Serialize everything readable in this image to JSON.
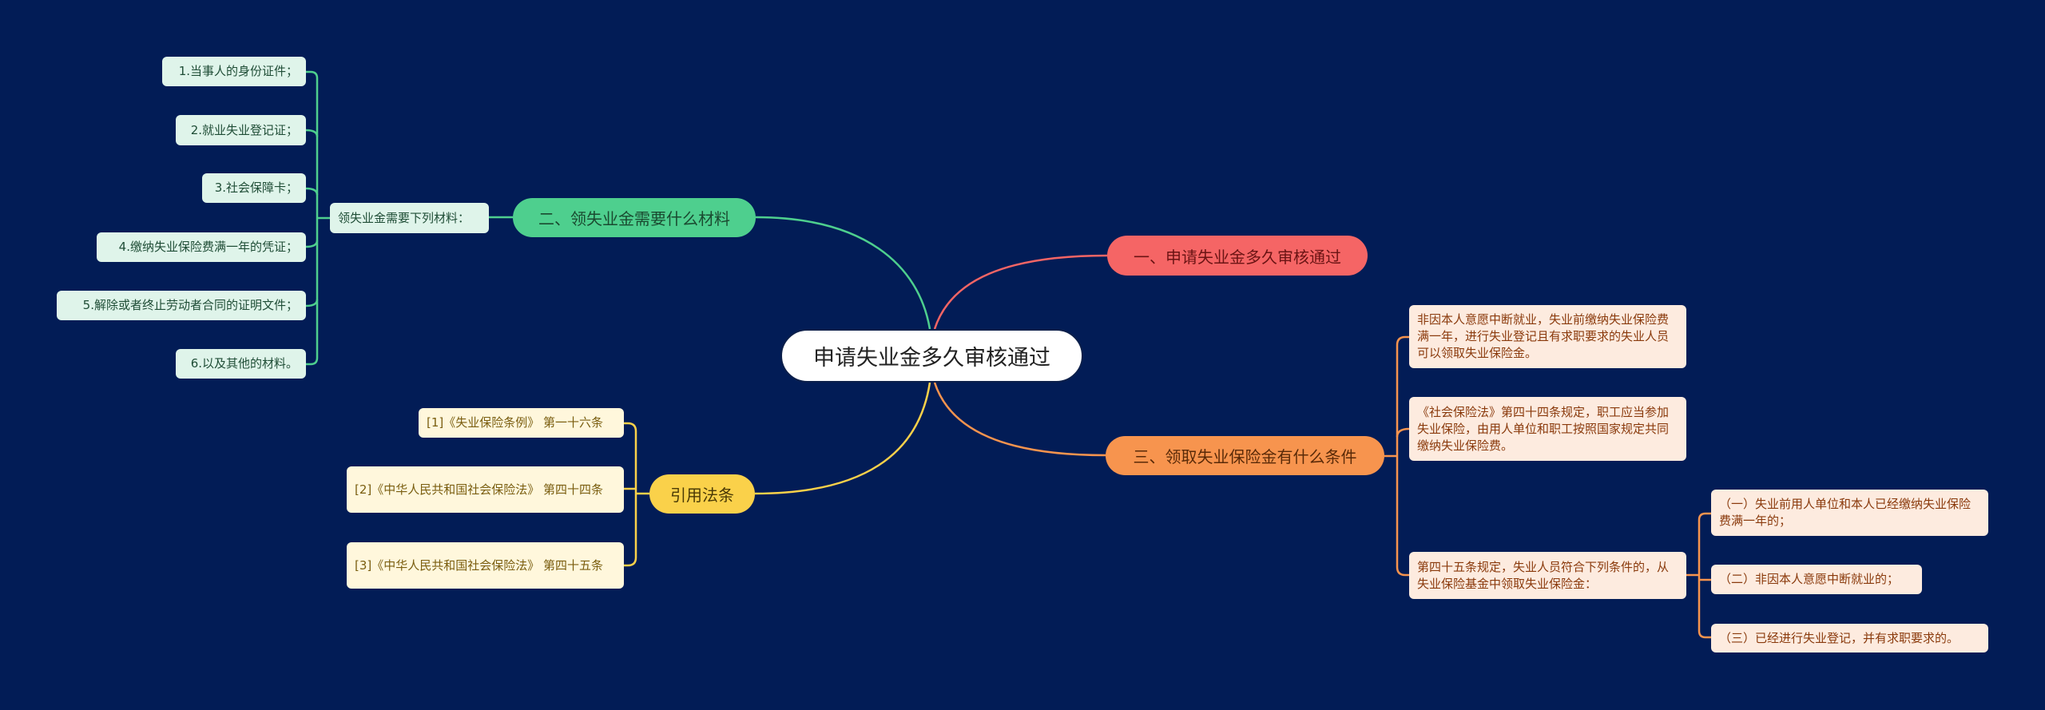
{
  "colors": {
    "background": "#021c56",
    "root": "#ffffff",
    "branch_red": "#f56565",
    "branch_orange": "#f7944e",
    "branch_green": "#4ecf8e",
    "branch_yellow": "#fad14a"
  },
  "root": {
    "label": "申请失业金多久审核通过"
  },
  "branches": {
    "one": {
      "label": "一、申请失业金多久审核通过"
    },
    "two": {
      "label": "二、领失业金需要什么材料",
      "sub_label": "领失业金需要下列材料：",
      "items": [
        "1.当事人的身份证件；",
        "2.就业失业登记证；",
        "3.社会保障卡；",
        "4.缴纳失业保险费满一年的凭证；",
        "5.解除或者终止劳动者合同的证明文件；",
        "6.以及其他的材料。"
      ]
    },
    "three": {
      "label": "三、领取失业保险金有什么条件",
      "items": [
        "非因本人意愿中断就业，失业前缴纳失业保险费满一年，进行失业登记且有求职要求的失业人员可以领取失业保险金。",
        "《社会保险法》第四十四条规定，职工应当参加失业保险，由用人单位和职工按照国家规定共同缴纳失业保险费。",
        "第四十五条规定，失业人员符合下列条件的，从失业保险基金中领取失业保险金："
      ],
      "conditions": [
        "（一）失业前用人单位和本人已经缴纳失业保险费满一年的；",
        "（二）非因本人意愿中断就业的；",
        "（三）已经进行失业登记，并有求职要求的。"
      ]
    },
    "refs": {
      "label": "引用法条",
      "items": [
        "[1]《失业保险条例》 第一十六条",
        "[2]《中华人民共和国社会保险法》 第四十四条",
        "[3]《中华人民共和国社会保险法》 第四十五条"
      ]
    }
  }
}
